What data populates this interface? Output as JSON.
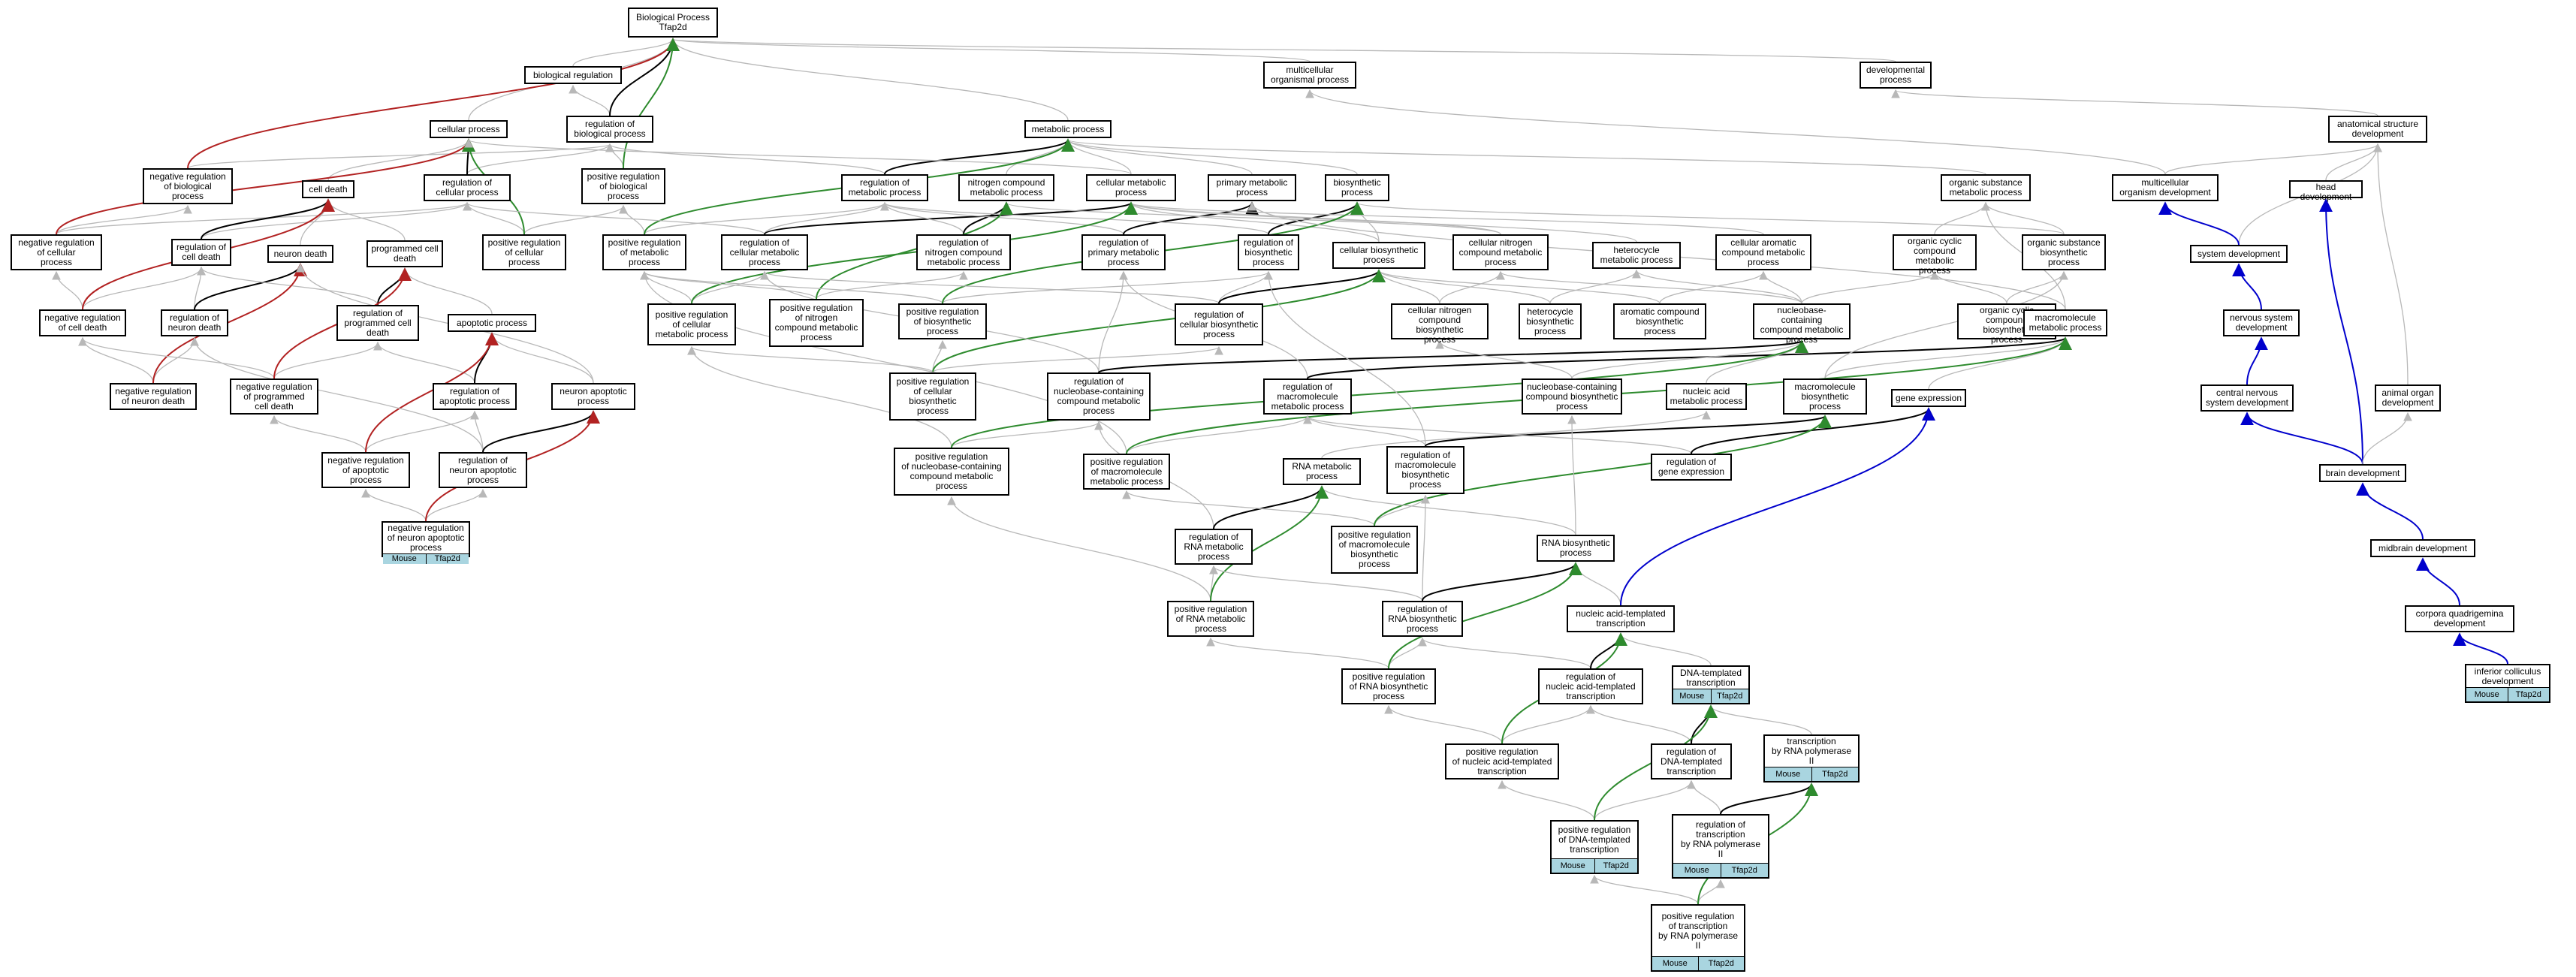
{
  "colors": {
    "is_a": "#b8b8b8",
    "regulates": "#000000",
    "positively_regulates": "#2e8b2e",
    "negatively_regulates": "#b22222",
    "part_of": "#0000cc",
    "annotation_fill": "#a9d5e0"
  },
  "nodes": [
    {
      "id": "bp",
      "label": "Biological Process\nTfap2d"
    },
    {
      "id": "breg",
      "label": "biological regulation"
    },
    {
      "id": "mop",
      "label": "multicellular\norganismal process"
    },
    {
      "id": "dp",
      "label": "developmental\nprocess"
    },
    {
      "id": "cp",
      "label": "cellular process"
    },
    {
      "id": "rbp",
      "label": "regulation of\nbiological process"
    },
    {
      "id": "metp",
      "label": "metabolic process"
    },
    {
      "id": "asd",
      "label": "anatomical structure\ndevelopment"
    },
    {
      "id": "nrbp",
      "label": "negative regulation\nof biological\nprocess"
    },
    {
      "id": "prbp",
      "label": "positive regulation\nof biological\nprocess"
    },
    {
      "id": "rcp",
      "label": "regulation of\ncellular process"
    },
    {
      "id": "celldeath",
      "label": "cell death"
    },
    {
      "id": "rmp",
      "label": "regulation of\nmetabolic process"
    },
    {
      "id": "ncmp",
      "label": "nitrogen compound\nmetabolic process"
    },
    {
      "id": "cmp",
      "label": "cellular metabolic\nprocess"
    },
    {
      "id": "pmp",
      "label": "primary metabolic\nprocess"
    },
    {
      "id": "biosyn",
      "label": "biosynthetic\nprocess"
    },
    {
      "id": "osmp",
      "label": "organic substance\nmetabolic process"
    },
    {
      "id": "mod",
      "label": "multicellular\norganism development"
    },
    {
      "id": "hd",
      "label": "head development"
    },
    {
      "id": "nrcp",
      "label": "negative regulation\nof cellular\nprocess"
    },
    {
      "id": "rcd",
      "label": "regulation of\ncell death"
    },
    {
      "id": "nd",
      "label": "neuron death"
    },
    {
      "id": "pcd",
      "label": "programmed cell\ndeath"
    },
    {
      "id": "prcp",
      "label": "positive regulation\nof cellular\nprocess"
    },
    {
      "id": "prmp",
      "label": "positive regulation\nof metabolic\nprocess"
    },
    {
      "id": "rcmp",
      "label": "regulation of\ncellular metabolic\nprocess"
    },
    {
      "id": "rncmp",
      "label": "regulation of\nnitrogen compound\nmetabolic process"
    },
    {
      "id": "rpmp",
      "label": "regulation of\nprimary metabolic\nprocess"
    },
    {
      "id": "rbsp",
      "label": "regulation of\nbiosynthetic\nprocess"
    },
    {
      "id": "cbp",
      "label": "cellular biosynthetic\nprocess"
    },
    {
      "id": "cncmp",
      "label": "cellular nitrogen\ncompound metabolic\nprocess"
    },
    {
      "id": "hmp",
      "label": "heterocycle\nmetabolic process"
    },
    {
      "id": "cacmp",
      "label": "cellular aromatic\ncompound metabolic\nprocess"
    },
    {
      "id": "occmp",
      "label": "organic cyclic\ncompound metabolic\nprocess"
    },
    {
      "id": "osbp",
      "label": "organic substance\nbiosynthetic\nprocess"
    },
    {
      "id": "sd",
      "label": "system development"
    },
    {
      "id": "nrcd",
      "label": "negative regulation\nof cell death"
    },
    {
      "id": "rnd",
      "label": "regulation of\nneuron death"
    },
    {
      "id": "rpcd",
      "label": "regulation of\nprogrammed cell\ndeath"
    },
    {
      "id": "ap",
      "label": "apoptotic process"
    },
    {
      "id": "prcmp",
      "label": "positive regulation\nof cellular\nmetabolic process"
    },
    {
      "id": "prncmp",
      "label": "positive regulation\nof nitrogen\ncompound metabolic\nprocess"
    },
    {
      "id": "prbsp",
      "label": "positive regulation\nof biosynthetic\nprocess"
    },
    {
      "id": "rcbp",
      "label": "regulation of\ncellular biosynthetic\nprocess"
    },
    {
      "id": "cncbp",
      "label": "cellular nitrogen\ncompound biosynthetic\nprocess"
    },
    {
      "id": "hbp",
      "label": "heterocycle\nbiosynthetic\nprocess"
    },
    {
      "id": "acbp",
      "label": "aromatic compound\nbiosynthetic\nprocess"
    },
    {
      "id": "nbcmp",
      "label": "nucleobase-containing\ncompound metabolic\nprocess"
    },
    {
      "id": "occbp",
      "label": "organic cyclic\ncompound biosynthetic\nprocess"
    },
    {
      "id": "macmp",
      "label": "macromolecule\nmetabolic process"
    },
    {
      "id": "nsd",
      "label": "nervous system\ndevelopment"
    },
    {
      "id": "nrnd",
      "label": "negative regulation\nof neuron death"
    },
    {
      "id": "nrpcd",
      "label": "negative regulation\nof programmed\ncell death"
    },
    {
      "id": "rap",
      "label": "regulation of\napoptotic process"
    },
    {
      "id": "nap",
      "label": "neuron apoptotic\nprocess"
    },
    {
      "id": "prcbp",
      "label": "positive regulation\nof cellular\nbiosynthetic\nprocess"
    },
    {
      "id": "rnbcmp",
      "label": "regulation of\nnucleobase-containing\ncompound metabolic\nprocess"
    },
    {
      "id": "rmacmp",
      "label": "regulation of\nmacromolecule\nmetabolic process"
    },
    {
      "id": "nbcbp",
      "label": "nucleobase-containing\ncompound biosynthetic\nprocess"
    },
    {
      "id": "namp",
      "label": "nucleic acid\nmetabolic process"
    },
    {
      "id": "macbp",
      "label": "macromolecule\nbiosynthetic\nprocess"
    },
    {
      "id": "ge",
      "label": "gene expression"
    },
    {
      "id": "cnsd",
      "label": "central nervous\nsystem development"
    },
    {
      "id": "aod",
      "label": "animal organ\ndevelopment"
    },
    {
      "id": "nrap",
      "label": "negative regulation\nof apoptotic\nprocess"
    },
    {
      "id": "rnap",
      "label": "regulation of\nneuron apoptotic\nprocess"
    },
    {
      "id": "prnbcmp",
      "label": "positive regulation\nof nucleobase-containing\ncompound metabolic\nprocess"
    },
    {
      "id": "prmacmp",
      "label": "positive regulation\nof macromolecule\nmetabolic process"
    },
    {
      "id": "rnamp",
      "label": "RNA metabolic\nprocess"
    },
    {
      "id": "rmacbp",
      "label": "regulation of\nmacromolecule\nbiosynthetic\nprocess"
    },
    {
      "id": "rge",
      "label": "regulation of\ngene expression"
    },
    {
      "id": "bd",
      "label": "brain development"
    },
    {
      "id": "nrnap",
      "label": "negative regulation\nof neuron apoptotic\nprocess",
      "tags": [
        "Mouse",
        "Tfap2d"
      ]
    },
    {
      "id": "rrnamp",
      "label": "regulation of\nRNA metabolic\nprocess"
    },
    {
      "id": "prmacbp",
      "label": "positive regulation\nof macromolecule\nbiosynthetic\nprocess"
    },
    {
      "id": "rnabp",
      "label": "RNA biosynthetic\nprocess"
    },
    {
      "id": "mbd",
      "label": "midbrain development"
    },
    {
      "id": "prrnamp",
      "label": "positive regulation\nof RNA metabolic\nprocess"
    },
    {
      "id": "rrnabp",
      "label": "regulation of\nRNA biosynthetic\nprocess"
    },
    {
      "id": "natt",
      "label": "nucleic acid-templated\ntranscription"
    },
    {
      "id": "cqd",
      "label": "corpora quadrigemina\ndevelopment"
    },
    {
      "id": "prrnabp",
      "label": "positive regulation\nof RNA biosynthetic\nprocess"
    },
    {
      "id": "rnatt",
      "label": "regulation of\nnucleic acid-templated\ntranscription"
    },
    {
      "id": "dtt",
      "label": "DNA-templated\ntranscription",
      "tags": [
        "Mouse",
        "Tfap2d"
      ]
    },
    {
      "id": "icd",
      "label": "inferior colliculus\ndevelopment",
      "tags": [
        "Mouse",
        "Tfap2d"
      ]
    },
    {
      "id": "trnap2",
      "label": "transcription\nby RNA polymerase\nII",
      "tags": [
        "Mouse",
        "Tfap2d"
      ]
    },
    {
      "id": "rdtt",
      "label": "regulation of\nDNA-templated\ntranscription"
    },
    {
      "id": "prnatt",
      "label": "positive regulation\nof nucleic acid-templated\ntranscription"
    },
    {
      "id": "prdtt",
      "label": "positive regulation\nof DNA-templated\ntranscription",
      "tags": [
        "Mouse",
        "Tfap2d"
      ]
    },
    {
      "id": "rtrnap2",
      "label": "regulation of\ntranscription\nby RNA polymerase\nII",
      "tags": [
        "Mouse",
        "Tfap2d"
      ]
    },
    {
      "id": "prtrnap2",
      "label": "positive regulation\nof transcription\nby RNA polymerase\nII",
      "tags": [
        "Mouse",
        "Tfap2d"
      ]
    }
  ],
  "edges": [
    [
      "breg",
      "bp",
      "is_a"
    ],
    [
      "mop",
      "bp",
      "is_a"
    ],
    [
      "dp",
      "bp",
      "is_a"
    ],
    [
      "cp",
      "bp",
      "is_a"
    ],
    [
      "metp",
      "bp",
      "is_a"
    ],
    [
      "rbp",
      "breg",
      "is_a"
    ],
    [
      "rbp",
      "bp",
      "regulates"
    ],
    [
      "nrbp",
      "rbp",
      "is_a"
    ],
    [
      "nrbp",
      "bp",
      "negatively_regulates"
    ],
    [
      "prbp",
      "rbp",
      "is_a"
    ],
    [
      "prbp",
      "bp",
      "positively_regulates"
    ],
    [
      "rcp",
      "rbp",
      "is_a"
    ],
    [
      "rcp",
      "cp",
      "regulates"
    ],
    [
      "celldeath",
      "cp",
      "is_a"
    ],
    [
      "nrcp",
      "nrbp",
      "is_a"
    ],
    [
      "nrcp",
      "rcp",
      "is_a"
    ],
    [
      "nrcp",
      "cp",
      "negatively_regulates"
    ],
    [
      "prcp",
      "prbp",
      "is_a"
    ],
    [
      "prcp",
      "rcp",
      "is_a"
    ],
    [
      "prcp",
      "cp",
      "positively_regulates"
    ],
    [
      "rmp",
      "rbp",
      "is_a"
    ],
    [
      "rmp",
      "metp",
      "regulates"
    ],
    [
      "ncmp",
      "metp",
      "is_a"
    ],
    [
      "cmp",
      "metp",
      "is_a"
    ],
    [
      "cmp",
      "cp",
      "is_a"
    ],
    [
      "pmp",
      "metp",
      "is_a"
    ],
    [
      "biosyn",
      "metp",
      "is_a"
    ],
    [
      "osmp",
      "metp",
      "is_a"
    ],
    [
      "asd",
      "dp",
      "is_a"
    ],
    [
      "mod",
      "mop",
      "is_a"
    ],
    [
      "mod",
      "asd",
      "is_a"
    ],
    [
      "hd",
      "asd",
      "is_a"
    ],
    [
      "sd",
      "asd",
      "is_a"
    ],
    [
      "sd",
      "mod",
      "part_of"
    ],
    [
      "rcd",
      "rcp",
      "is_a"
    ],
    [
      "rcd",
      "celldeath",
      "regulates"
    ],
    [
      "nd",
      "celldeath",
      "is_a"
    ],
    [
      "pcd",
      "celldeath",
      "is_a"
    ],
    [
      "nrcd",
      "nrcp",
      "is_a"
    ],
    [
      "nrcd",
      "rcd",
      "is_a"
    ],
    [
      "nrcd",
      "celldeath",
      "negatively_regulates"
    ],
    [
      "rnd",
      "rcd",
      "is_a"
    ],
    [
      "rnd",
      "nd",
      "regulates"
    ],
    [
      "rpcd",
      "rcd",
      "is_a"
    ],
    [
      "rpcd",
      "pcd",
      "regulates"
    ],
    [
      "ap",
      "pcd",
      "is_a"
    ],
    [
      "prmp",
      "prbp",
      "is_a"
    ],
    [
      "prmp",
      "rmp",
      "is_a"
    ],
    [
      "prmp",
      "metp",
      "positively_regulates"
    ],
    [
      "rcmp",
      "rmp",
      "is_a"
    ],
    [
      "rcmp",
      "rcp",
      "is_a"
    ],
    [
      "rcmp",
      "cmp",
      "regulates"
    ],
    [
      "rncmp",
      "rmp",
      "is_a"
    ],
    [
      "rncmp",
      "ncmp",
      "regulates"
    ],
    [
      "rpmp",
      "rmp",
      "is_a"
    ],
    [
      "rpmp",
      "pmp",
      "regulates"
    ],
    [
      "rbsp",
      "rmp",
      "is_a"
    ],
    [
      "rbsp",
      "biosyn",
      "regulates"
    ],
    [
      "cbp",
      "biosyn",
      "is_a"
    ],
    [
      "cbp",
      "cmp",
      "is_a"
    ],
    [
      "cncmp",
      "cmp",
      "is_a"
    ],
    [
      "cncmp",
      "ncmp",
      "is_a"
    ],
    [
      "hmp",
      "cmp",
      "is_a"
    ],
    [
      "cacmp",
      "cmp",
      "is_a"
    ],
    [
      "occmp",
      "osmp",
      "is_a"
    ],
    [
      "osbp",
      "osmp",
      "is_a"
    ],
    [
      "osbp",
      "biosyn",
      "is_a"
    ],
    [
      "prcmp",
      "prmp",
      "is_a"
    ],
    [
      "prcmp",
      "rcmp",
      "is_a"
    ],
    [
      "prcmp",
      "cmp",
      "positively_regulates"
    ],
    [
      "prncmp",
      "prmp",
      "is_a"
    ],
    [
      "prncmp",
      "rncmp",
      "is_a"
    ],
    [
      "prncmp",
      "ncmp",
      "positively_regulates"
    ],
    [
      "prbsp",
      "prmp",
      "is_a"
    ],
    [
      "prbsp",
      "rbsp",
      "is_a"
    ],
    [
      "prbsp",
      "biosyn",
      "positively_regulates"
    ],
    [
      "rcbp",
      "rbsp",
      "is_a"
    ],
    [
      "rcbp",
      "rcmp",
      "is_a"
    ],
    [
      "rcbp",
      "cbp",
      "regulates"
    ],
    [
      "cncbp",
      "cbp",
      "is_a"
    ],
    [
      "cncbp",
      "cncmp",
      "is_a"
    ],
    [
      "hbp",
      "hmp",
      "is_a"
    ],
    [
      "hbp",
      "cbp",
      "is_a"
    ],
    [
      "acbp",
      "cacmp",
      "is_a"
    ],
    [
      "acbp",
      "cbp",
      "is_a"
    ],
    [
      "nbcmp",
      "cncmp",
      "is_a"
    ],
    [
      "nbcmp",
      "hmp",
      "is_a"
    ],
    [
      "nbcmp",
      "cacmp",
      "is_a"
    ],
    [
      "nbcmp",
      "occmp",
      "is_a"
    ],
    [
      "occbp",
      "occmp",
      "is_a"
    ],
    [
      "occbp",
      "osbp",
      "is_a"
    ],
    [
      "macmp",
      "pmp",
      "is_a"
    ],
    [
      "macmp",
      "osmp",
      "is_a"
    ],
    [
      "nsd",
      "sd",
      "part_of"
    ],
    [
      "nrnd",
      "nrcd",
      "is_a"
    ],
    [
      "nrnd",
      "rnd",
      "is_a"
    ],
    [
      "nrnd",
      "nd",
      "negatively_regulates"
    ],
    [
      "nrpcd",
      "nrcd",
      "is_a"
    ],
    [
      "nrpcd",
      "rpcd",
      "is_a"
    ],
    [
      "nrpcd",
      "pcd",
      "negatively_regulates"
    ],
    [
      "rap",
      "rpcd",
      "is_a"
    ],
    [
      "rap",
      "ap",
      "regulates"
    ],
    [
      "nap",
      "ap",
      "is_a"
    ],
    [
      "nap",
      "nd",
      "is_a"
    ],
    [
      "prcbp",
      "prcmp",
      "is_a"
    ],
    [
      "prcbp",
      "prbsp",
      "is_a"
    ],
    [
      "prcbp",
      "rcbp",
      "is_a"
    ],
    [
      "prcbp",
      "cbp",
      "positively_regulates"
    ],
    [
      "rnbcmp",
      "rcmp",
      "is_a"
    ],
    [
      "rnbcmp",
      "rpmp",
      "is_a"
    ],
    [
      "rnbcmp",
      "nbcmp",
      "regulates"
    ],
    [
      "rmacmp",
      "rpmp",
      "is_a"
    ],
    [
      "rmacmp",
      "macmp",
      "regulates"
    ],
    [
      "nbcbp",
      "nbcmp",
      "is_a"
    ],
    [
      "nbcbp",
      "cncbp",
      "is_a"
    ],
    [
      "namp",
      "nbcmp",
      "is_a"
    ],
    [
      "macbp",
      "macmp",
      "is_a"
    ],
    [
      "macbp",
      "osbp",
      "is_a"
    ],
    [
      "ge",
      "macmp",
      "is_a"
    ],
    [
      "cnsd",
      "nsd",
      "part_of"
    ],
    [
      "aod",
      "asd",
      "is_a"
    ],
    [
      "nrap",
      "nrpcd",
      "is_a"
    ],
    [
      "nrap",
      "rap",
      "is_a"
    ],
    [
      "nrap",
      "ap",
      "negatively_regulates"
    ],
    [
      "rnap",
      "rap",
      "is_a"
    ],
    [
      "rnap",
      "rnd",
      "is_a"
    ],
    [
      "rnap",
      "nap",
      "regulates"
    ],
    [
      "prnbcmp",
      "prcmp",
      "is_a"
    ],
    [
      "prnbcmp",
      "rnbcmp",
      "is_a"
    ],
    [
      "prnbcmp",
      "nbcmp",
      "positively_regulates"
    ],
    [
      "prmacmp",
      "prmp",
      "is_a"
    ],
    [
      "prmacmp",
      "rmacmp",
      "is_a"
    ],
    [
      "prmacmp",
      "macmp",
      "positively_regulates"
    ],
    [
      "rnamp",
      "namp",
      "is_a"
    ],
    [
      "rmacbp",
      "rmacmp",
      "is_a"
    ],
    [
      "rmacbp",
      "rbsp",
      "is_a"
    ],
    [
      "rmacbp",
      "macbp",
      "regulates"
    ],
    [
      "rge",
      "rmacmp",
      "is_a"
    ],
    [
      "rge",
      "ge",
      "regulates"
    ],
    [
      "bd",
      "cnsd",
      "part_of"
    ],
    [
      "bd",
      "hd",
      "part_of"
    ],
    [
      "bd",
      "aod",
      "is_a"
    ],
    [
      "nrnap",
      "nrap",
      "is_a"
    ],
    [
      "nrnap",
      "rnap",
      "is_a"
    ],
    [
      "nrnap",
      "nap",
      "negatively_regulates"
    ],
    [
      "rrnamp",
      "rnbcmp",
      "is_a"
    ],
    [
      "rrnamp",
      "rnamp",
      "regulates"
    ],
    [
      "prmacbp",
      "prmacmp",
      "is_a"
    ],
    [
      "prmacbp",
      "rmacbp",
      "is_a"
    ],
    [
      "prmacbp",
      "macbp",
      "positively_regulates"
    ],
    [
      "rnabp",
      "rnamp",
      "is_a"
    ],
    [
      "rnabp",
      "nbcbp",
      "is_a"
    ],
    [
      "mbd",
      "bd",
      "part_of"
    ],
    [
      "prrnamp",
      "prnbcmp",
      "is_a"
    ],
    [
      "prrnamp",
      "rrnamp",
      "is_a"
    ],
    [
      "prrnamp",
      "rnamp",
      "positively_regulates"
    ],
    [
      "rrnabp",
      "rrnamp",
      "is_a"
    ],
    [
      "rrnabp",
      "rmacbp",
      "is_a"
    ],
    [
      "rrnabp",
      "rnabp",
      "regulates"
    ],
    [
      "natt",
      "rnabp",
      "is_a"
    ],
    [
      "natt",
      "ge",
      "part_of"
    ],
    [
      "cqd",
      "mbd",
      "part_of"
    ],
    [
      "prrnabp",
      "prrnamp",
      "is_a"
    ],
    [
      "prrnabp",
      "rrnabp",
      "is_a"
    ],
    [
      "prrnabp",
      "rnabp",
      "positively_regulates"
    ],
    [
      "rnatt",
      "rrnabp",
      "is_a"
    ],
    [
      "rnatt",
      "natt",
      "regulates"
    ],
    [
      "dtt",
      "natt",
      "is_a"
    ],
    [
      "icd",
      "cqd",
      "part_of"
    ],
    [
      "trnap2",
      "dtt",
      "is_a"
    ],
    [
      "rdtt",
      "rnatt",
      "is_a"
    ],
    [
      "rdtt",
      "dtt",
      "regulates"
    ],
    [
      "prnatt",
      "prrnabp",
      "is_a"
    ],
    [
      "prnatt",
      "rnatt",
      "is_a"
    ],
    [
      "prnatt",
      "natt",
      "positively_regulates"
    ],
    [
      "prdtt",
      "prnatt",
      "is_a"
    ],
    [
      "prdtt",
      "rdtt",
      "is_a"
    ],
    [
      "prdtt",
      "dtt",
      "positively_regulates"
    ],
    [
      "rtrnap2",
      "rdtt",
      "is_a"
    ],
    [
      "rtrnap2",
      "trnap2",
      "regulates"
    ],
    [
      "prtrnap2",
      "prdtt",
      "is_a"
    ],
    [
      "prtrnap2",
      "rtrnap2",
      "is_a"
    ],
    [
      "prtrnap2",
      "trnap2",
      "positively_regulates"
    ]
  ]
}
